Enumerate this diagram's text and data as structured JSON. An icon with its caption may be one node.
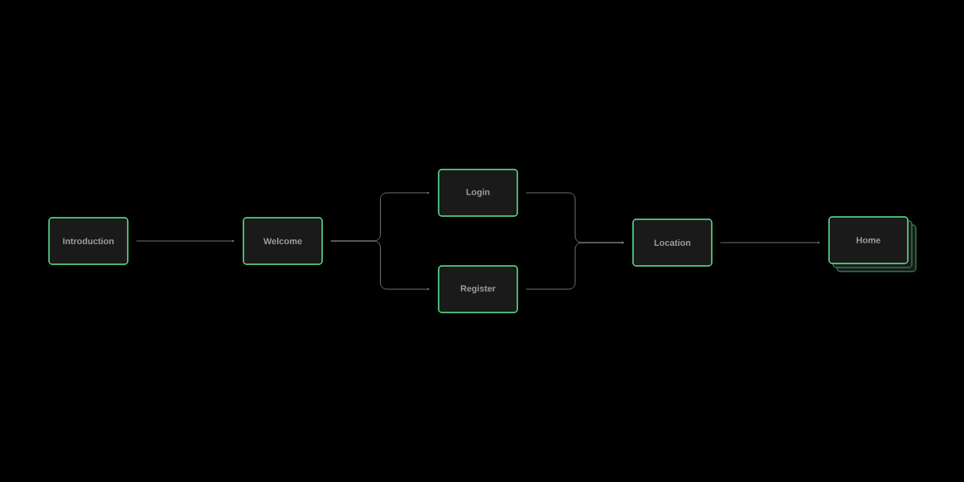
{
  "diagram": {
    "nodes": [
      {
        "text": [
          "Introduction"
        ]
      },
      {
        "text": [
          "Welcome"
        ]
      },
      {
        "text": [
          "Login"
        ]
      },
      {
        "text": [
          "Register"
        ]
      },
      {
        "text": [
          "Location"
        ]
      },
      {
        "text": [
          "Home"
        ]
      }
    ],
    "edges": [
      {
        "from": 0,
        "to": 1,
        "arrow": "to"
      },
      {
        "from": 1,
        "to": 2,
        "arrow": "to"
      },
      {
        "from": 1,
        "to": 3,
        "arrow": "to"
      },
      {
        "from": 2,
        "to": 4,
        "arrow": "to"
      },
      {
        "from": 3,
        "to": 4,
        "arrow": "to"
      },
      {
        "from": 4,
        "to": 5,
        "arrow": "to"
      }
    ]
  }
}
